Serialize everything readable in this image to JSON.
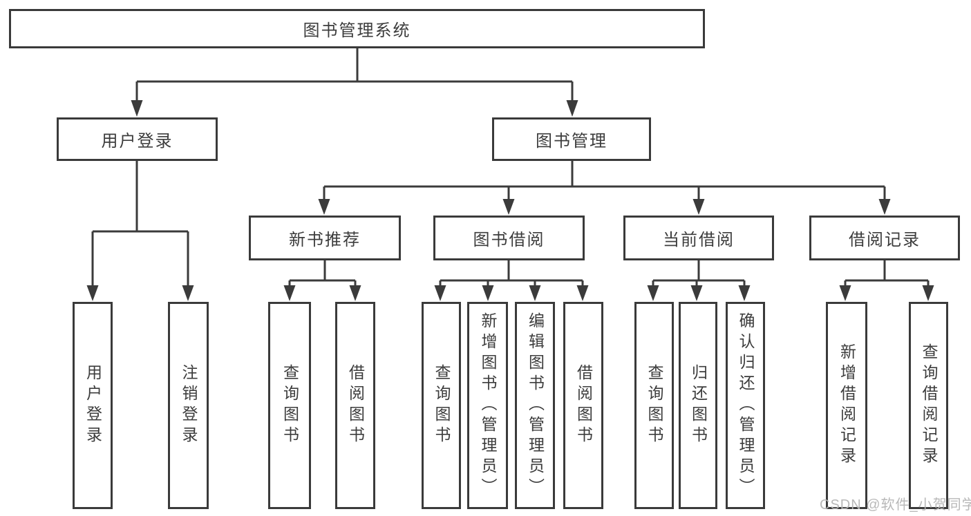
{
  "diagram": {
    "root_label": "图书管理系统",
    "user_login": {
      "label": "用户登录",
      "children": [
        "用户登录",
        "注销登录"
      ]
    },
    "book_mgmt": {
      "label": "图书管理",
      "sections": [
        {
          "label": "新书推荐",
          "children": [
            "查询图书",
            "借阅图书"
          ]
        },
        {
          "label": "图书借阅",
          "children": [
            "查询图书",
            "新增图书（管理员）",
            "编辑图书（管理员）",
            "借阅图书"
          ]
        },
        {
          "label": "当前借阅",
          "children": [
            "查询图书",
            "归还图书",
            "确认归还（管理员）"
          ]
        },
        {
          "label": "借阅记录",
          "children": [
            "新增借阅记录",
            "查询借阅记录"
          ]
        }
      ]
    }
  },
  "watermark": "CSDN @软件_小贺同学",
  "colors": {
    "line": "#3b3b3b",
    "border": "#3a3a3a",
    "text": "#3c3c3c",
    "background": "#ffffff",
    "watermark": "#b4b4b4"
  }
}
